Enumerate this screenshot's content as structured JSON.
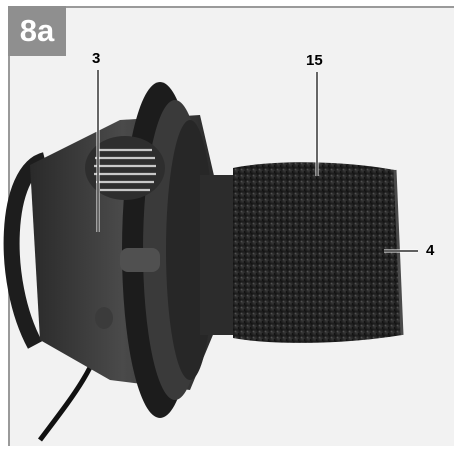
{
  "figure": {
    "badge": "8a",
    "callouts": {
      "c3": "3",
      "c15": "15",
      "c4": "4"
    },
    "colors": {
      "badge_bg": "#8f8f8f",
      "frame": "#9a9a9a"
    }
  }
}
